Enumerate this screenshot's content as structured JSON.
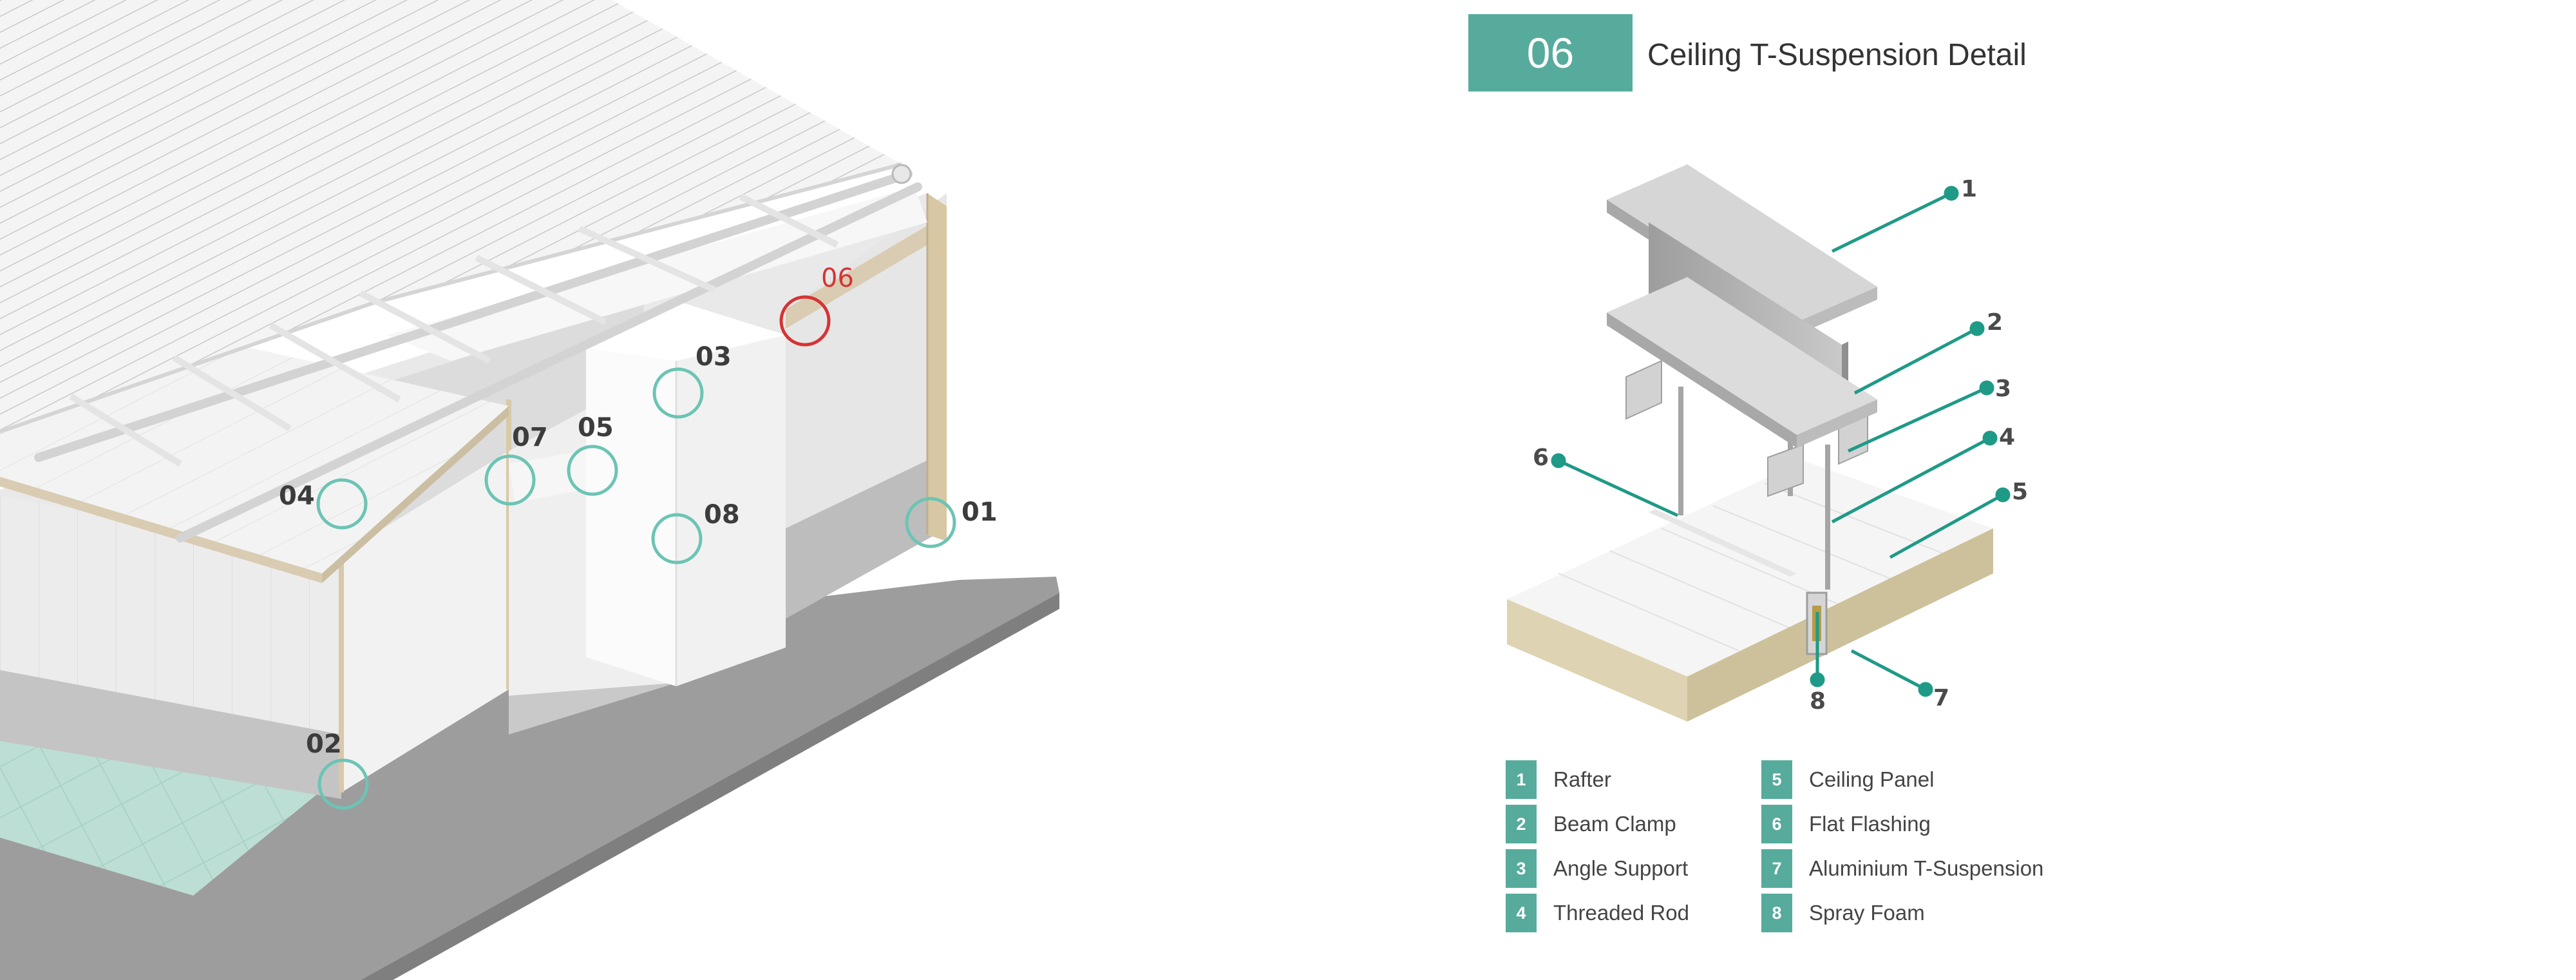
{
  "colors": {
    "accent": "#57ab9c",
    "highlight": "#d63333"
  },
  "section": {
    "number": "06",
    "title": "Ceiling T-Suspension Detail"
  },
  "overview_callouts": [
    "01",
    "02",
    "03",
    "04",
    "05",
    "06",
    "07",
    "08"
  ],
  "highlighted_callout": "06",
  "detail_callouts": [
    "1",
    "2",
    "3",
    "4",
    "5",
    "6",
    "7",
    "8"
  ],
  "legend": [
    {
      "num": "1",
      "label": "Rafter"
    },
    {
      "num": "2",
      "label": "Beam Clamp"
    },
    {
      "num": "3",
      "label": "Angle Support"
    },
    {
      "num": "4",
      "label": "Threaded Rod"
    },
    {
      "num": "5",
      "label": "Ceiling Panel"
    },
    {
      "num": "6",
      "label": "Flat Flashing"
    },
    {
      "num": "7",
      "label": "Aluminium T-Suspension"
    },
    {
      "num": "8",
      "label": "Spray Foam"
    }
  ]
}
